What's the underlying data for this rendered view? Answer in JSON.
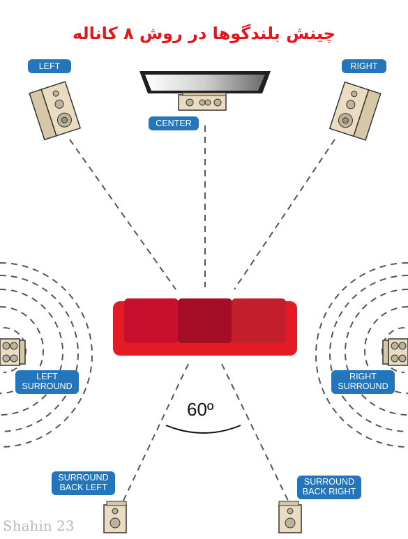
{
  "title": "چینش بلندگوها در روش ۸ کاناله",
  "labels": {
    "left": "LEFT",
    "right": "RIGHT",
    "center": "CENTER",
    "left_surround": "LEFT\nSURROUND",
    "right_surround": "RIGHT\nSURROUND",
    "surround_back_left": "SURROUND\nBACK LEFT",
    "surround_back_right": "SURROUND\nBACK RIGHT"
  },
  "angle": "60º",
  "watermark": "Shahin 23",
  "colors": {
    "title": "#e8141b",
    "label_bg": "#2376bb",
    "sofa_frame": "#e41a24",
    "sofa_cushion_left": "#c8102e",
    "sofa_cushion_mid": "#a50d26",
    "sofa_cushion_right": "#c21f2c",
    "speaker_face": "#e9dcc0"
  }
}
